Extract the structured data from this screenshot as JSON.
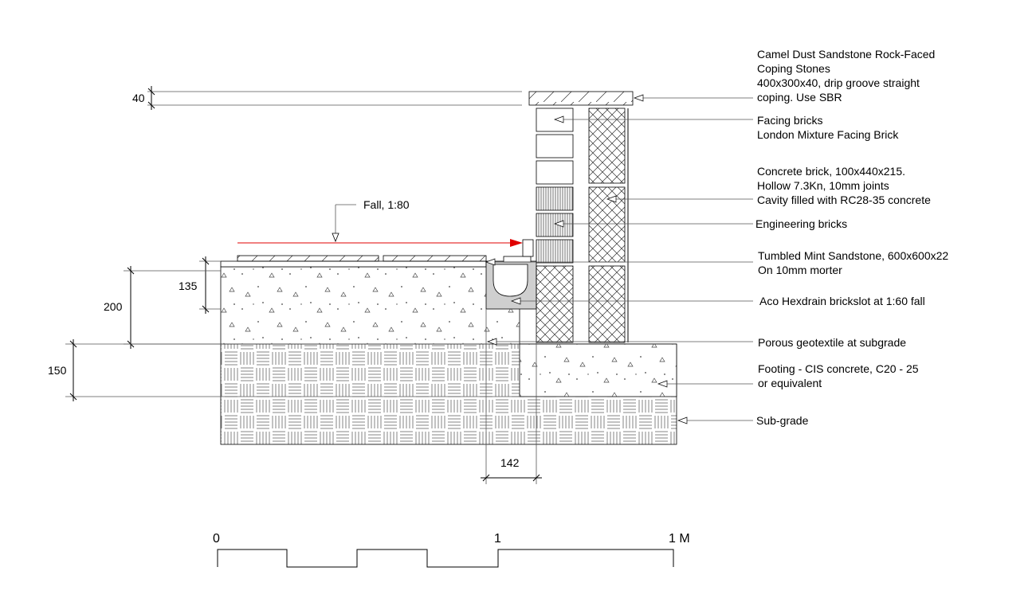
{
  "annotations": {
    "coping": [
      "Camel Dust Sandstone Rock-Faced",
      "Coping Stones",
      "400x300x40, drip groove straight",
      "coping. Use SBR"
    ],
    "facing": [
      "Facing bricks",
      "London Mixture Facing Brick"
    ],
    "concrete_brick": [
      "Concrete brick, 100x440x215.",
      "Hollow 7.3Kn, 10mm joints",
      "Cavity filled with RC28-35 concrete"
    ],
    "engineering": [
      "Engineering bricks"
    ],
    "paving": [
      "Tumbled Mint Sandstone, 600x600x22",
      "On 10mm morter"
    ],
    "drain": [
      "Aco Hexdrain brickslot at 1:60 fall"
    ],
    "geotextile": [
      "Porous geotextile at subgrade"
    ],
    "footing": [
      "Footing - CIS concrete, C20 - 25",
      "or equivalent"
    ],
    "subgrade": [
      "Sub-grade"
    ]
  },
  "fall_label": "Fall, 1:80",
  "dimensions": {
    "coping_thk": "40",
    "paving_depth": "135",
    "base_depth": "200",
    "subgrade_depth": "150",
    "drain_width": "142"
  },
  "scale_bar": {
    "labels": [
      "0",
      "1",
      "1 M"
    ]
  },
  "colors": {
    "fall_arrow": "#e00000",
    "drain_fill": "#cfcfcf"
  }
}
